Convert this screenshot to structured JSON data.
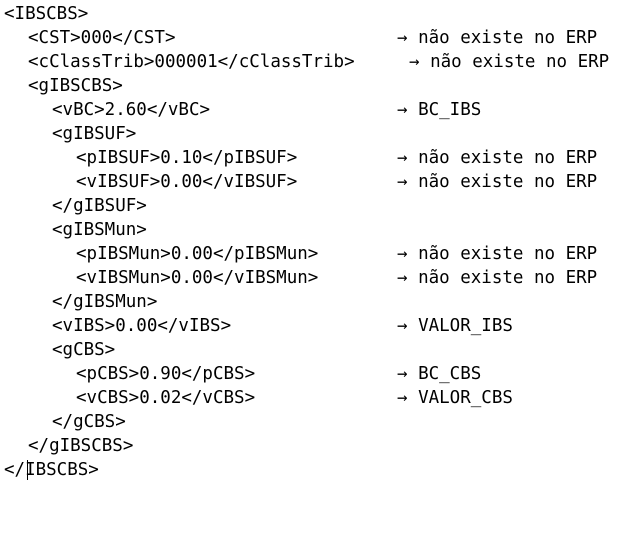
{
  "editor": {
    "lines": [
      {
        "code": "<IBSCBS>",
        "note": ""
      },
      {
        "code": "<CST>000</CST>",
        "note": "→ não existe no ERP"
      },
      {
        "code": "<cClassTrib>000001</cClassTrib>",
        "note": "→ não existe no ERP"
      },
      {
        "code": "<gIBSCBS>",
        "note": ""
      },
      {
        "code": "<vBC>2.60</vBC>",
        "note": "→ BC_IBS"
      },
      {
        "code": "<gIBSUF>",
        "note": ""
      },
      {
        "code": "<pIBSUF>0.10</pIBSUF>",
        "note": "→ não existe no ERP"
      },
      {
        "code": "<vIBSUF>0.00</vIBSUF>",
        "note": "→ não existe no ERP"
      },
      {
        "code": "</gIBSUF>",
        "note": ""
      },
      {
        "code": "<gIBSMun>",
        "note": ""
      },
      {
        "code": "<pIBSMun>0.00</pIBSMun>",
        "note": "→ não existe no ERP"
      },
      {
        "code": "<vIBSMun>0.00</vIBSMun>",
        "note": "→ não existe no ERP"
      },
      {
        "code": "</gIBSMun>",
        "note": ""
      },
      {
        "code": "<vIBS>0.00</vIBS>",
        "note": "→ VALOR_IBS"
      },
      {
        "code": "<gCBS>",
        "note": ""
      },
      {
        "code": "<pCBS>0.90</pCBS>",
        "note": "→ BC_CBS"
      },
      {
        "code": "<vCBS>0.02</vCBS>",
        "note": "→ VALOR_CBS"
      },
      {
        "code": "</gCBS>",
        "note": ""
      },
      {
        "code": "</gIBSCBS>",
        "note": ""
      },
      {
        "code": "</IBSCBS>",
        "note": ""
      }
    ]
  }
}
